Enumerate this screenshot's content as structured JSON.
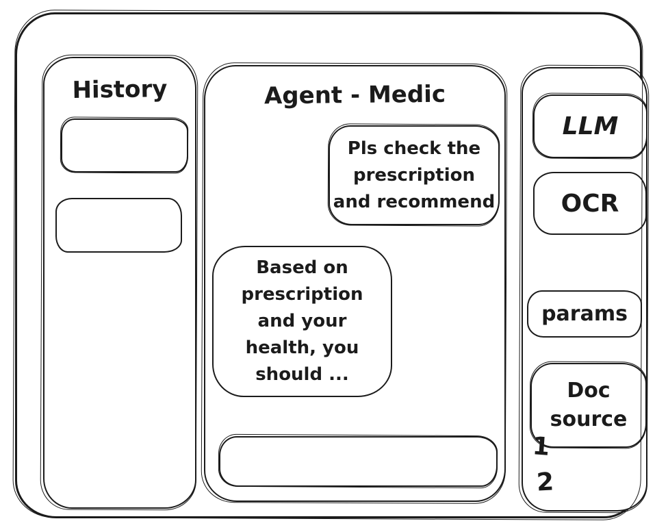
{
  "history_panel": {
    "title": "History",
    "items": [
      "",
      ""
    ]
  },
  "chat_panel": {
    "title": "Agent - Medic",
    "user_message_lines": [
      "Pls check the",
      "prescription",
      "and recommend"
    ],
    "agent_message_lines": [
      "Based on",
      "prescription",
      "and your",
      "health, you",
      "should ..."
    ],
    "input_value": ""
  },
  "tools_panel": {
    "llm_label": "LLM",
    "ocr_label": "OCR",
    "params_label": "params",
    "doc_source_lines": [
      "Doc",
      "source"
    ],
    "doc_items": [
      "1",
      "2"
    ]
  },
  "colors": {
    "ink": "#1b1b1b",
    "background": "#ffffff"
  }
}
